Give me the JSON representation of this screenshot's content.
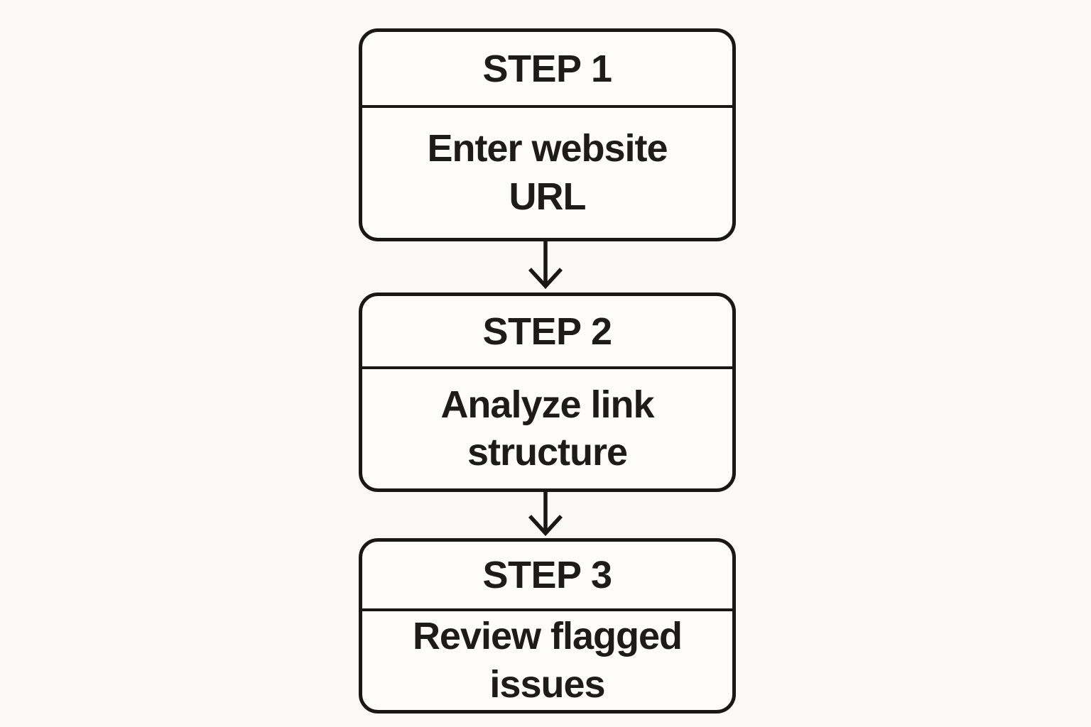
{
  "page": {
    "background_color": "#faf9f5",
    "stroke_color": "#1a1817",
    "box_fill_color": "#fdfcfa",
    "text_color": "#1e1c1b"
  },
  "flowchart": {
    "steps": [
      {
        "header": "STEP 1",
        "body": "Enter website\nURL"
      },
      {
        "header": "STEP 2",
        "body": "Analyze link\nstructure"
      },
      {
        "header": "STEP 3",
        "body": "Review flagged\nissues"
      }
    ],
    "connectors": [
      {
        "icon": "arrow-down-icon"
      },
      {
        "icon": "arrow-down-icon"
      }
    ]
  }
}
